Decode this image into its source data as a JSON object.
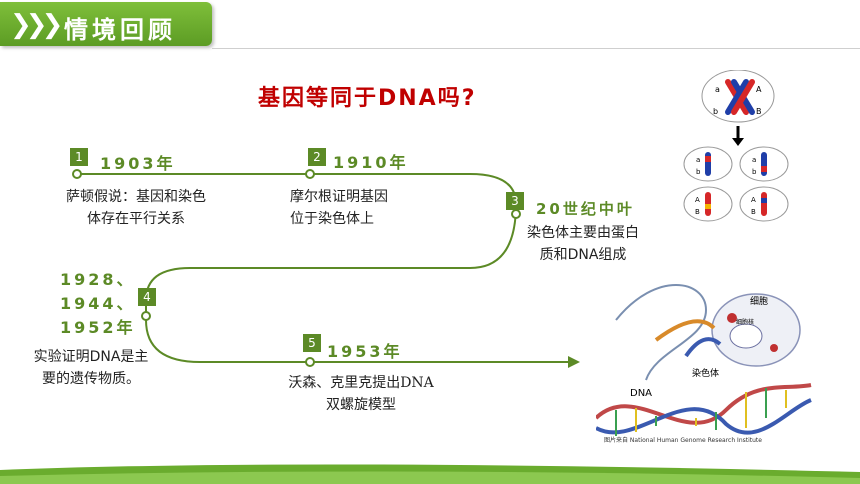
{
  "header": {
    "chevrons": "❯❯❯",
    "title": "情境回顾"
  },
  "title": "基因等同于DNA吗?",
  "timeline": [
    {
      "index": "1",
      "year": "1903年",
      "desc_line1": "萨顿假说：基因和染色",
      "desc_line2": "体存在平行关系"
    },
    {
      "index": "2",
      "year": "1910年",
      "desc_line1": "摩尔根证明基因",
      "desc_line2": "位于染色体上"
    },
    {
      "index": "3",
      "year": "20世纪中叶",
      "desc_line1": "染色体主要由蛋白",
      "desc_line2": "质和DNA组成"
    },
    {
      "index": "4",
      "year_line1": "1928、",
      "year_line2": "1944、",
      "year_line3": "1952年",
      "desc_line1": "实验证明DNA是主",
      "desc_line2": "要的遗传物质。"
    },
    {
      "index": "5",
      "year": "1953年",
      "desc_line1": "沃森、克里克提出DNA",
      "desc_line2": "双螺旋模型"
    }
  ],
  "chromosome_figure": {
    "top_labels": [
      "a",
      "A",
      "b",
      "B"
    ],
    "cell_labels": [
      "a",
      "b",
      "a",
      "b",
      "A",
      "B",
      "A",
      "B"
    ]
  },
  "dna_figure": {
    "label_cell": "细胞",
    "label_nucleus": "细胞核",
    "label_chromosome": "染色体",
    "label_dna": "DNA",
    "credit": "图片来自 National Human Genome Research Institute"
  },
  "colors": {
    "accent": "#5c8a26",
    "title": "#c00000",
    "header": "#6aac2e"
  }
}
